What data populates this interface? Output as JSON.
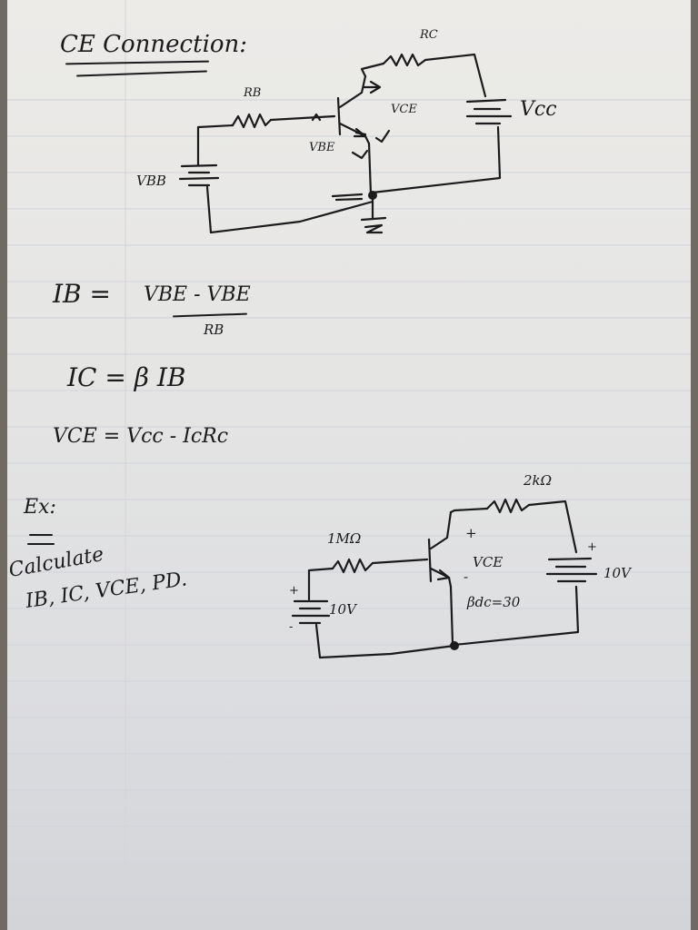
{
  "section1": {
    "title": "CE Connection:",
    "circuit": {
      "rb": "RB",
      "rc": "RC",
      "vbb": "VBB",
      "vcc": "Vcc",
      "vce": "VCE",
      "vbe": "VBE"
    }
  },
  "formulas": {
    "ib_lhs": "IB =",
    "ib_num": "VBE - VBE",
    "ib_den": "RB",
    "ic": "IC = β IB",
    "vce": "VCE = Vcc - IcRc"
  },
  "example": {
    "label": "Ex:",
    "task_line1": "Calculate",
    "task_line2": "IB, IC, VCE, PD.",
    "circuit": {
      "rb": "1MΩ",
      "rc": "2kΩ",
      "vbb": "10V",
      "vcc": "10V",
      "vce": "VCE",
      "beta": "βdc=30",
      "plus_vce": "+",
      "minus_vce": "-",
      "plus_vbb": "+",
      "minus_vbb": "-",
      "plus_vcc": "+"
    }
  }
}
